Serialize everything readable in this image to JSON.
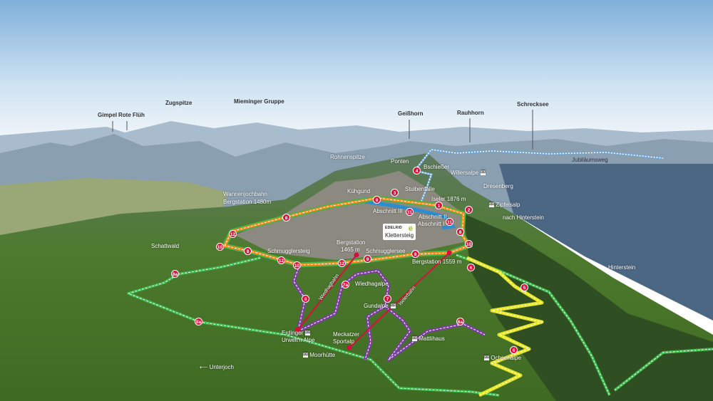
{
  "peaks": {
    "gimpel": "Gimpel",
    "rote_flueh": "Rote Flüh",
    "zugspitze": "Zugspitze",
    "mieminger": "Mieminger Gruppe",
    "geisshorn": "Geißhorn",
    "rauhhorn": "Rauhhorn",
    "schrecksee": "Schrecksee"
  },
  "places": {
    "rohnenspitze": "Rohnenspitze",
    "ponten": "Ponten",
    "bschiesser": "Bschießer",
    "willersalpe": "Willersalpe",
    "dresenberg": "Dresenberg",
    "kuehgund": "Kühgund",
    "stuibenfaelle": "Stuibenfälle",
    "iseler": "Iseler 1876 m",
    "zipfelsalp": "Zipfelsalp",
    "nach_hinterstein": "nach Hinterstein",
    "abschnitt3": "Abschnitt III",
    "abschnitt2": "Abschnitt II",
    "abschnitt1": "Abschnitt I",
    "wannenjoch1": "Wannenjochbahn",
    "wannenjoch2": "Bergstation 1480m",
    "schattwald": "Schattwald",
    "schmugglersteig": "Schmugglersteig",
    "bergstation1465a": "Bergstation",
    "bergstation1465b": "1465 m",
    "schmugglersee": "Schmugglersee",
    "bergstation1559": "Bergstation 1559 m",
    "hinterstein": "Hinterstein",
    "wiedhagbahn": "Wiedhagbahn",
    "wiedhagalpe": "Wiedhagalpe",
    "gundalpe": "Gundalpe",
    "iselerbahn": "Iselerbahn",
    "erdinger1": "Erdinger",
    "erdinger2": "Urwelt'n Alpe",
    "meckatzer1": "Meckatzer",
    "meckatzer2": "Sportalp",
    "mattlihaus": "Mattlihaus",
    "moorhuette": "Moorhütte",
    "ochsenalpe": "Ochsenalpe",
    "unterjoch": "Unterjoch",
    "jubilaeumsweg": "Jubiläumsweg"
  },
  "klettersteig": {
    "brand": "EDELRID",
    "label": "Klettersteig"
  },
  "markers": [
    "8",
    "12",
    "10",
    "8",
    "12",
    "10",
    "12",
    "9",
    "8",
    "10",
    "8",
    "11",
    "2",
    "1",
    "11",
    "8",
    "3",
    "4",
    "6",
    "7a",
    "8",
    "7",
    "6a",
    "5",
    "6",
    "8a",
    "8a"
  ],
  "colors": {
    "orange_trail": "#f08a1c",
    "green_trail": "#3cb54a",
    "purple_trail": "#7b3fa0",
    "yellow_trail": "#e6e620",
    "blue_klettersteig": "#2a8ed0",
    "cableway": "#d6103a",
    "marker": "#d6103a"
  },
  "icons": {
    "hut": "hut-icon",
    "arrow": "arrow-icon"
  }
}
